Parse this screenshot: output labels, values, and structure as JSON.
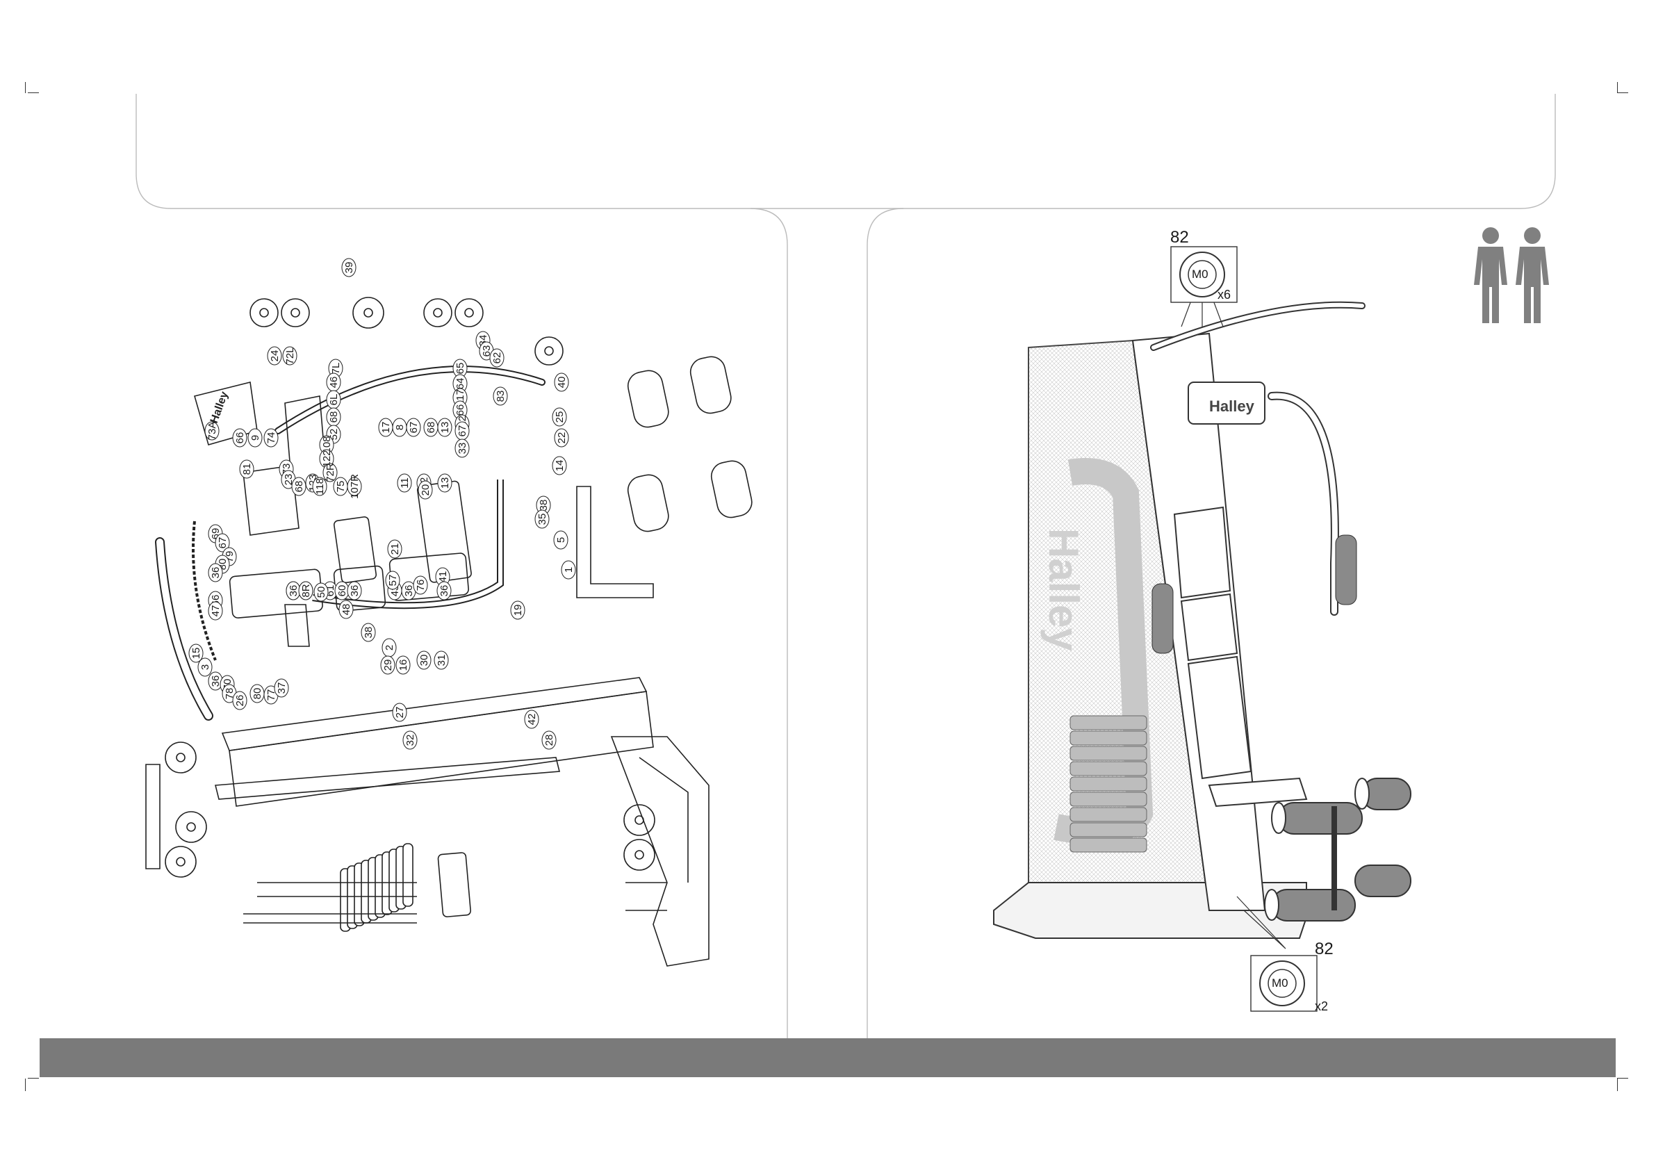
{
  "left_diagram": {
    "callouts": [
      "43",
      "36",
      "61",
      "60",
      "36",
      "39",
      "43",
      "36",
      "41",
      "36",
      "24",
      "72L",
      "7L",
      "46",
      "6L",
      "68",
      "52",
      "108",
      "122",
      "72R",
      "73A",
      "66",
      "9",
      "74",
      "73",
      "81",
      "23",
      "68",
      "123",
      "118",
      "75",
      "107R",
      "17",
      "8",
      "67",
      "68",
      "13",
      "11",
      "12",
      "13",
      "34",
      "65",
      "64",
      "117",
      "66",
      "63",
      "62",
      "83",
      "112",
      "67",
      "33",
      "14",
      "40",
      "25",
      "22",
      "38",
      "35",
      "5",
      "1",
      "21",
      "57",
      "76",
      "69",
      "67",
      "79",
      "80",
      "36",
      "66",
      "47",
      "50",
      "48",
      "38",
      "2",
      "29",
      "16",
      "30",
      "31",
      "15",
      "3",
      "36",
      "70",
      "78",
      "26",
      "80",
      "77",
      "37",
      "27",
      "32",
      "42",
      "28",
      "19",
      "20",
      "36",
      "8R"
    ],
    "brand": "Halley"
  },
  "right_diagram": {
    "bolt_top": {
      "part": "82",
      "size": "M0",
      "qty": "x6"
    },
    "bolt_bottom": {
      "part": "82",
      "size": "M0",
      "qty": "x2"
    },
    "brand": "Halley",
    "persons_icon": "two-persons-icon"
  },
  "footer": {
    "color": "#7a7a7a"
  }
}
